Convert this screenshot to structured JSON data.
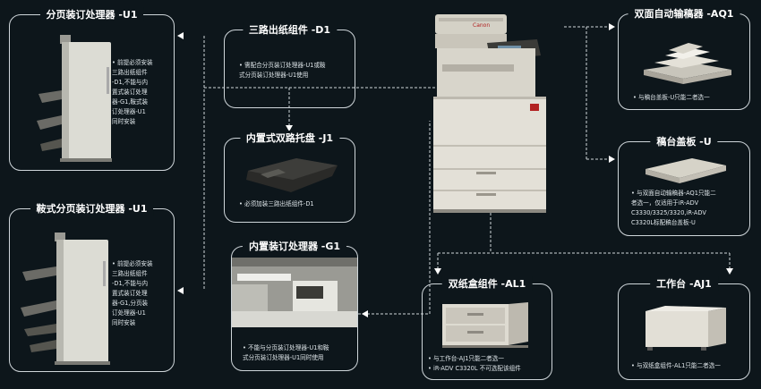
{
  "cards": {
    "finisher_u1": {
      "title": "分页装订处理器 -U1",
      "text": [
        "前提必须安装",
        "三路出纸组件",
        "-D1,不能与内",
        "置式装订处理",
        "器-G1,鞍式装",
        "订处理器-U1",
        "同时安装"
      ]
    },
    "saddle_u1": {
      "title": "鞍式分页装订处理器 -U1",
      "text": [
        "前提必须安装",
        "三路出纸组件",
        "-D1,不能与内",
        "置式装订处理",
        "器-G1,分页装",
        "订处理器-U1",
        "同时安装"
      ]
    },
    "three_way_d1": {
      "title": "三路出纸组件 -D1",
      "text": [
        "需配合分页装订处理器-U1或鞍",
        "式分页装订处理器-U1使用"
      ]
    },
    "inner_tray_j1": {
      "title": "内置式双路托盘 -J1",
      "text": [
        "必须加装三路出纸组件-D1"
      ]
    },
    "inner_finisher_g1": {
      "title": "内置装订处理器 -G1",
      "text": [
        "不能与分页装订处理器-U1和鞍",
        "式分页装订处理器-U1同时使用"
      ]
    },
    "duplex_feeder_aq1": {
      "title": "双面自动输稿器 -AQ1",
      "text": [
        "与稿台盖板-U只能二者选一"
      ]
    },
    "platen_cover_u": {
      "title": "稿台盖板 -U",
      "text": [
        "与双面自动输稿器-AQ1只能二",
        "者选一，仅适用于iR-ADV",
        "C3330/3325/3320,iR-ADV",
        "C3320L标配稿台盖板-U"
      ]
    },
    "cassette_al1": {
      "title": "双纸盒组件 -AL1",
      "text": [
        "与工作台-AJ1只能二者选一",
        "iR-ADV C3320L 不可选配该组件"
      ]
    },
    "stand_aj1": {
      "title": "工作台 -AJ1",
      "text": [
        "与双纸盒组件-AL1只能二者选一"
      ]
    }
  },
  "printer": {
    "brand": "Canon"
  },
  "colors": {
    "background": "#0d161b",
    "border": "#cfd6da",
    "connector": "#cfd6da"
  }
}
